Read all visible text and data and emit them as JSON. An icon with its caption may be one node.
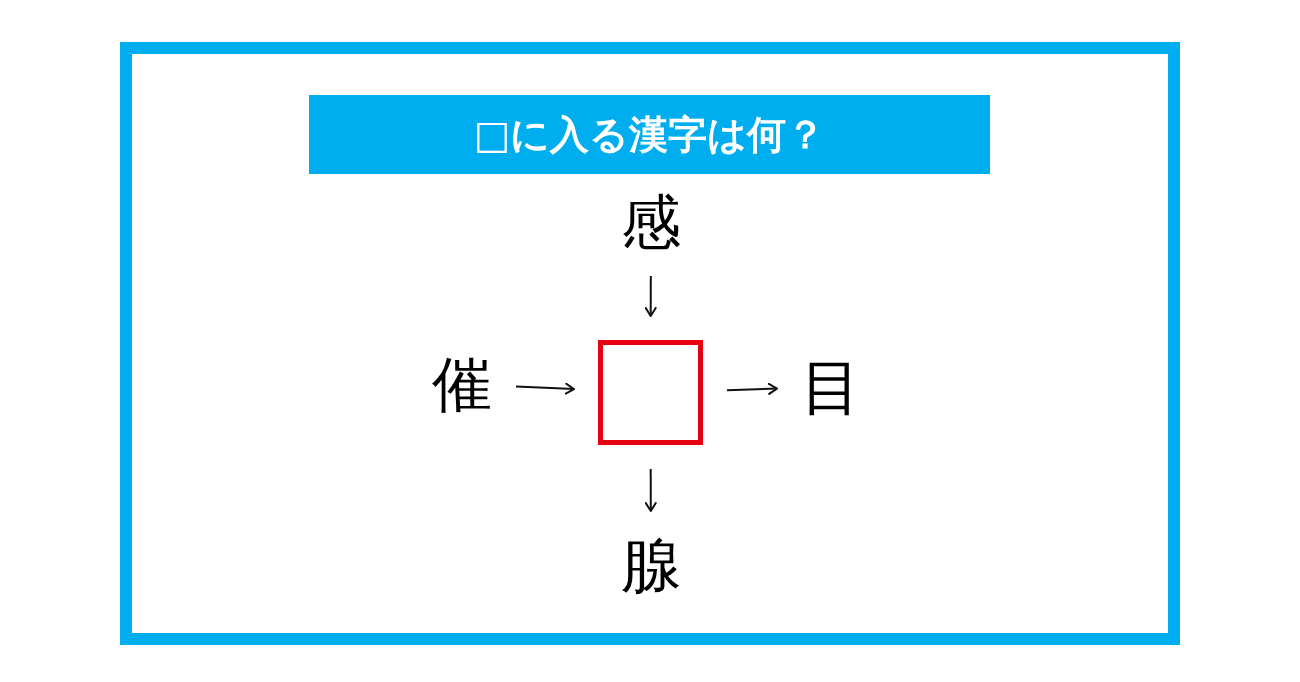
{
  "diagram": {
    "title": "□に入る漢字は何？",
    "nodes": [
      {
        "text": [
          "感"
        ]
      },
      {
        "text": [
          "催"
        ]
      },
      {
        "text": [],
        "shape": "box"
      },
      {
        "text": [
          "目"
        ]
      },
      {
        "text": [
          "腺"
        ]
      }
    ],
    "edges": [
      {
        "from": 0,
        "to": 2,
        "arrow": "to"
      },
      {
        "from": 1,
        "to": 2,
        "arrow": "to"
      },
      {
        "from": 2,
        "to": 3,
        "arrow": "to"
      },
      {
        "from": 2,
        "to": 4,
        "arrow": "to"
      }
    ]
  }
}
